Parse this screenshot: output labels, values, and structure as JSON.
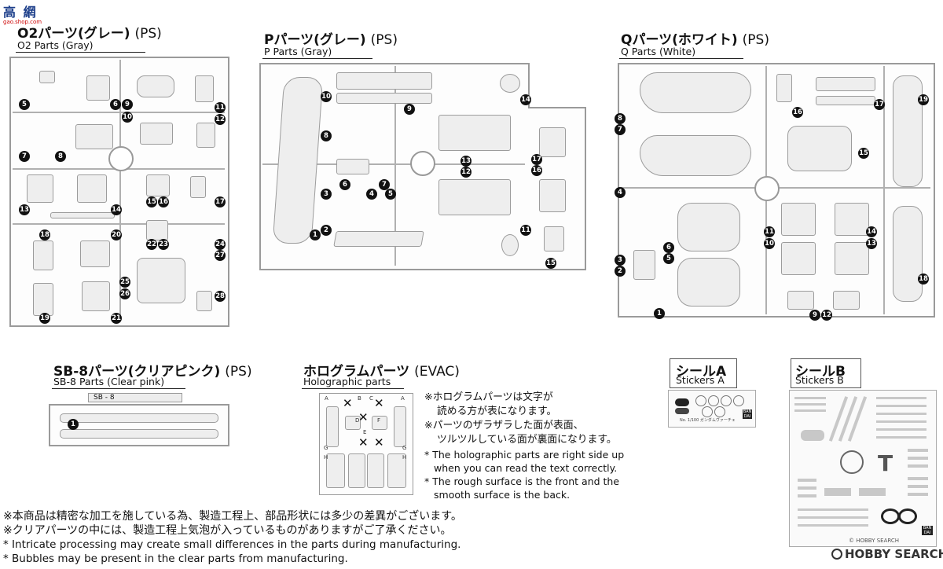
{
  "logo": {
    "top_text": "高 網",
    "sub_text": "gao.shop.com"
  },
  "sections": {
    "o2": {
      "title_jp": "O2パーツ(グレー)",
      "title_ps": "(PS)",
      "title_en": "O2 Parts (Gray)",
      "nums": [
        "5",
        "6",
        "9",
        "10",
        "11",
        "12",
        "7",
        "8",
        "13",
        "14",
        "15",
        "16",
        "17",
        "18",
        "20",
        "22",
        "23",
        "24",
        "27",
        "25",
        "26",
        "28",
        "19",
        "21"
      ]
    },
    "p": {
      "title_jp": "Pパーツ(グレー)",
      "title_ps": "(PS)",
      "title_en": "P Parts (Gray)",
      "nums": [
        "10",
        "9",
        "14",
        "8",
        "13",
        "12",
        "17",
        "16",
        "6",
        "7",
        "3",
        "4",
        "5",
        "2",
        "1",
        "11",
        "15"
      ]
    },
    "q": {
      "title_jp": "Qパーツ(ホワイト)",
      "title_ps": "(PS)",
      "title_en": "Q Parts (White)",
      "nums": [
        "8",
        "7",
        "16",
        "17",
        "19",
        "15",
        "4",
        "11",
        "10",
        "14",
        "13",
        "6",
        "5",
        "3",
        "2",
        "18",
        "1",
        "9",
        "12"
      ]
    },
    "sb8": {
      "title_jp": "SB-8パーツ(クリアピンク)",
      "title_ps": "(PS)",
      "title_en": "SB-8 Parts (Clear pink)",
      "runner_label": "SB - 8",
      "nums": [
        "1"
      ]
    },
    "holo": {
      "title_jp": "ホログラムパーツ",
      "title_ps": "(EVAC)",
      "title_en": "Holographic parts",
      "letters": [
        "A",
        "B",
        "C",
        "A",
        "D",
        "E",
        "F",
        "G",
        "G",
        "H",
        "H"
      ],
      "notes_jp": [
        "※ホログラムパーツは文字が",
        "読める方が表になります。",
        "※パーツのザラザラした面が表面、",
        "ツルツルしている面が裏面になります。"
      ],
      "notes_en": [
        "* The holographic parts are right side up",
        "when you can read the text correctly.",
        "* The rough surface is the front and the",
        "smooth surface is the back."
      ]
    },
    "sticker_a": {
      "title_jp": "シールA",
      "title_en": "Stickers A",
      "sheet_text": "No. 1/100 ガンダムヴァーチェ",
      "brand": "BAN DAI"
    },
    "sticker_b": {
      "title_jp": "シールB",
      "title_en": "Stickers B",
      "brand": "BAN DAI"
    }
  },
  "bottom_notes": {
    "jp1": "※本商品は精密な加工を施している為、製造工程上、部品形状には多少の差異がございます。",
    "jp2": "※クリアパーツの中には、製造工程上気泡が入っているものがありますがご了承ください。",
    "en1": "* Intricate processing may create small differences in the parts during manufacturing.",
    "en2": "* Bubbles may be present in the clear parts from manufacturing."
  },
  "watermark": {
    "text": "HOBBY SEARCH",
    "copyright": "© HOBBY SEARCH"
  }
}
